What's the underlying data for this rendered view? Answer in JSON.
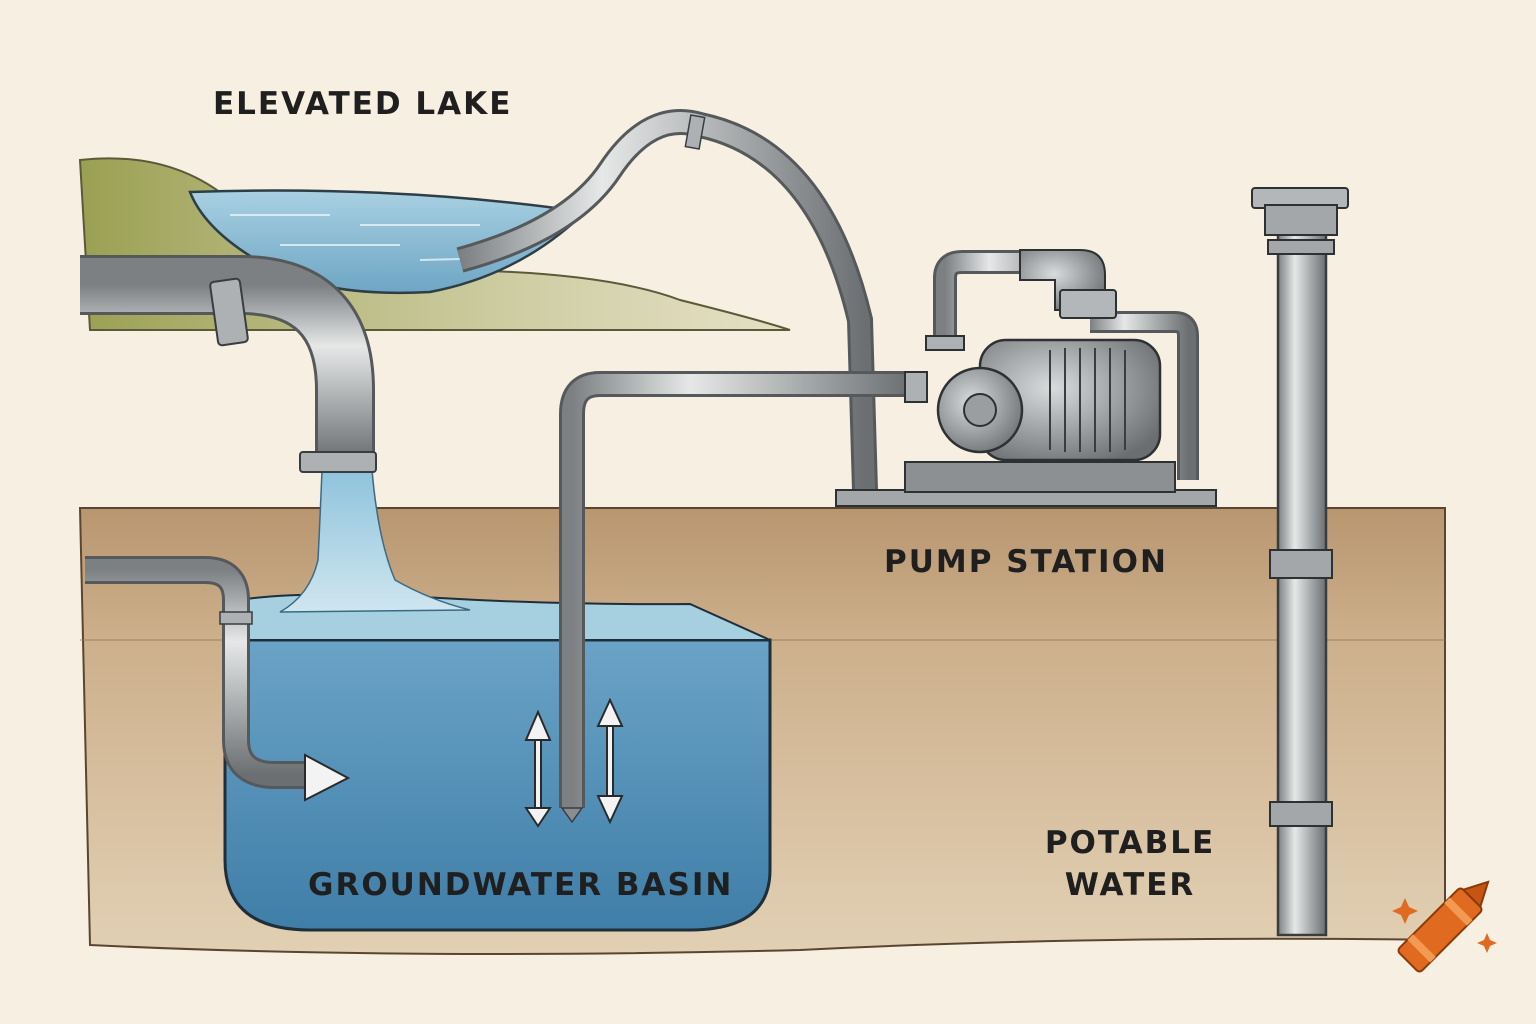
{
  "labels": {
    "lake": "ELEVATED LAKE",
    "pump_station": "PUMP STATION",
    "basin": "GROUNDWATER BASIN",
    "potable_line1": "POTABLE",
    "potable_line2": "WATER"
  },
  "icons": {
    "watermark": "crayon-icon"
  },
  "colors": {
    "paper": "#f7efe1",
    "soil": "#c8a882",
    "soil_dark": "#a9855e",
    "water_deep": "#4f8db4",
    "water_light": "#9dc6dc",
    "grass": "#a7ad62",
    "pipe": "#b9bcbd",
    "pipe_dark": "#6e7275",
    "crayon": "#e06a1f"
  }
}
